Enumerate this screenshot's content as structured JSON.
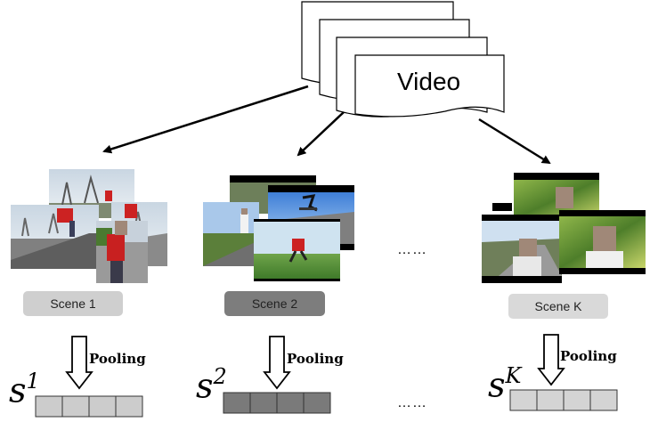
{
  "video": {
    "label": "Video"
  },
  "scenes": [
    {
      "label": "Scene 1",
      "pooling": "Pooling",
      "symbol": "s",
      "superscript": "1",
      "bg": "#cfcfcf",
      "cell": "#cccccc"
    },
    {
      "label": "Scene 2",
      "pooling": "Pooling",
      "symbol": "s",
      "superscript": "2",
      "bg": "#7d7d7d",
      "cell": "#7a7a7a"
    },
    {
      "label": "Scene K",
      "pooling": "Pooling",
      "symbol": "s",
      "superscript": "K",
      "bg": "#d9d9d9",
      "cell": "#d4d4d4"
    }
  ],
  "ellipsis": {
    "middle": "……",
    "bottom": "……"
  }
}
